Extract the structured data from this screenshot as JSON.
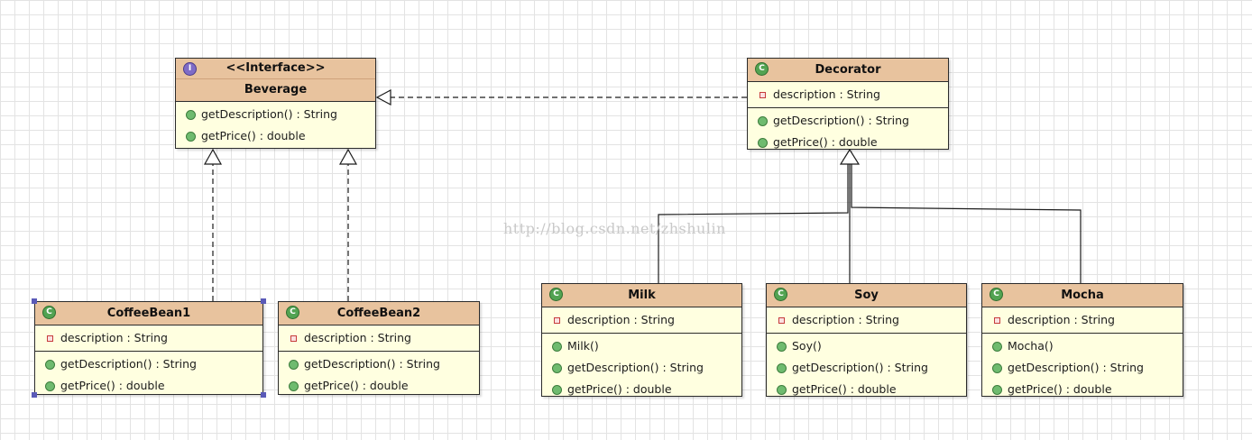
{
  "watermark": "http://blog.csdn.net/zhshulin",
  "colors": {
    "class_fill": "#ffffe0",
    "class_header": "#e8c39e",
    "border": "#2b2b2b",
    "operation_icon": "#6fbb6f",
    "attribute_icon": "#c63c3c",
    "interface_icon": "#7f6cc7",
    "class_icon": "#52a352"
  },
  "classes": [
    {
      "id": "beverage",
      "kind": "interface",
      "icon": "interface-icon",
      "icon_letter": "I",
      "stereotype": "<<Interface>>",
      "name": "Beverage",
      "attributes": [],
      "operations": [
        "getDescription() : String",
        "getPrice() : double"
      ]
    },
    {
      "id": "decorator",
      "kind": "class",
      "icon": "class-icon",
      "icon_letter": "C",
      "name": "Decorator",
      "attributes": [
        "description : String"
      ],
      "operations": [
        "getDescription() : String",
        "getPrice() : double"
      ]
    },
    {
      "id": "coffeebean1",
      "kind": "class",
      "icon": "class-icon",
      "icon_letter": "C",
      "name": "CoffeeBean1",
      "selected": true,
      "attributes": [
        "description : String"
      ],
      "operations": [
        "getDescription() : String",
        "getPrice() : double"
      ]
    },
    {
      "id": "coffeebean2",
      "kind": "class",
      "icon": "class-icon",
      "icon_letter": "C",
      "name": "CoffeeBean2",
      "attributes": [
        "description : String"
      ],
      "operations": [
        "getDescription() : String",
        "getPrice() : double"
      ]
    },
    {
      "id": "milk",
      "kind": "class",
      "icon": "class-icon",
      "icon_letter": "C",
      "name": "Milk",
      "attributes": [
        "description : String"
      ],
      "operations": [
        "Milk()",
        "getDescription() : String",
        "getPrice() : double"
      ]
    },
    {
      "id": "soy",
      "kind": "class",
      "icon": "class-icon",
      "icon_letter": "C",
      "name": "Soy",
      "attributes": [
        "description : String"
      ],
      "operations": [
        "Soy()",
        "getDescription() : String",
        "getPrice() : double"
      ]
    },
    {
      "id": "mocha",
      "kind": "class",
      "icon": "class-icon",
      "icon_letter": "C",
      "name": "Mocha",
      "attributes": [
        "description : String"
      ],
      "operations": [
        "Mocha()",
        "getDescription() : String",
        "getPrice() : double"
      ]
    }
  ],
  "relations": [
    {
      "type": "realization",
      "from": "decorator",
      "to": "beverage"
    },
    {
      "type": "realization",
      "from": "coffeebean1",
      "to": "beverage"
    },
    {
      "type": "realization",
      "from": "coffeebean2",
      "to": "beverage"
    },
    {
      "type": "generalization",
      "from": "milk",
      "to": "decorator"
    },
    {
      "type": "generalization",
      "from": "soy",
      "to": "decorator"
    },
    {
      "type": "generalization",
      "from": "mocha",
      "to": "decorator"
    }
  ]
}
